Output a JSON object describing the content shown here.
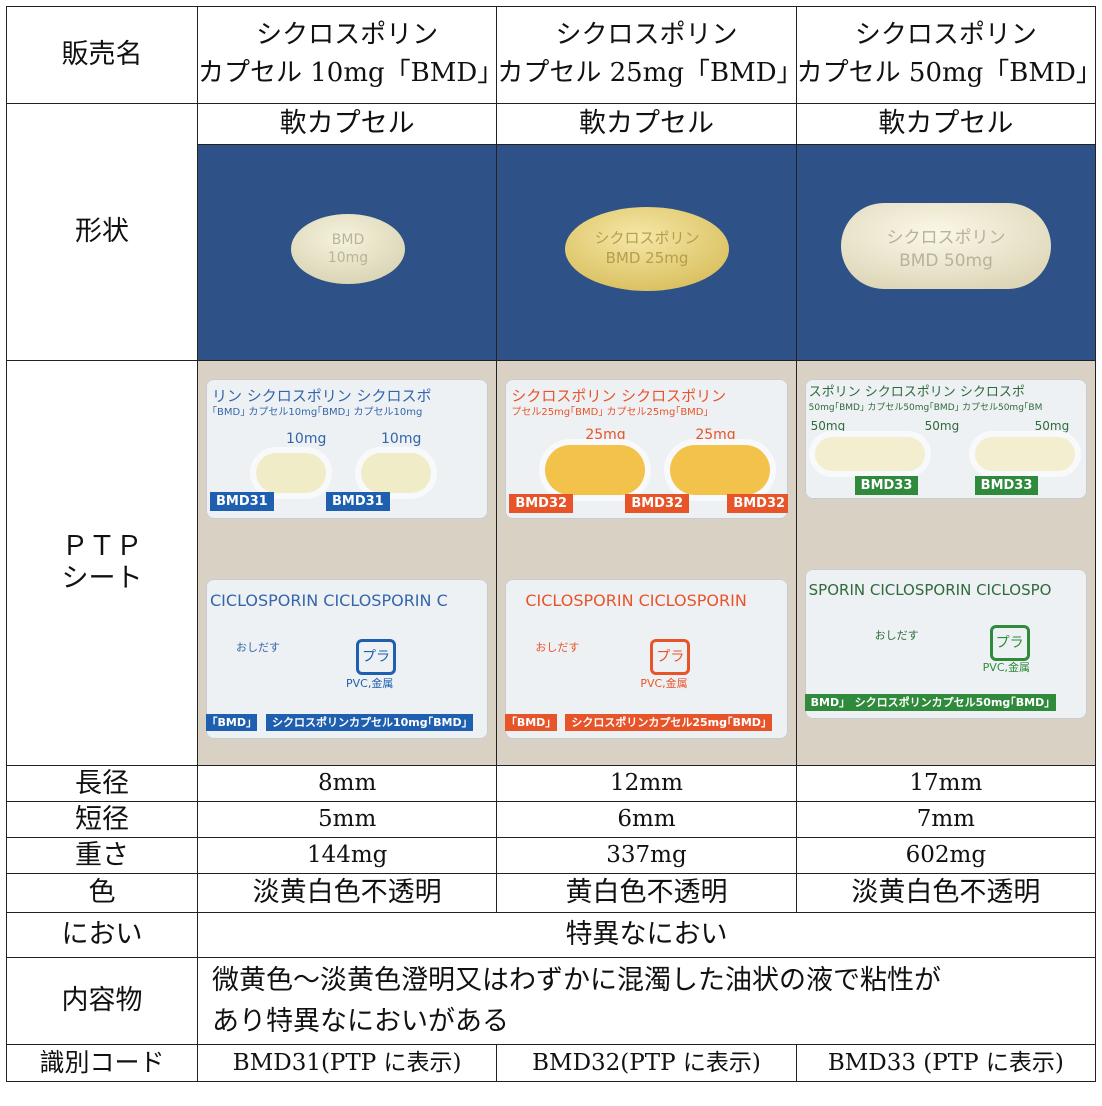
{
  "header": {
    "label": "販売名"
  },
  "products": [
    {
      "name_line1": "シクロスポリン",
      "name_line2": "カプセル 10mg「BMD」",
      "dosage_type": "軟カプセル",
      "pill_line1": "BMD",
      "pill_line2": "10mg",
      "ptp_top_text": "リン シクロスポリン シクロスポ",
      "ptp_top_sub": "｢BMD｣ カプセル10mg｢BMD｣ カプセル10mg",
      "ptp_dose": "10mg",
      "ptp_code": "BMD31",
      "ptp_bottom_text": "CICLOSPORIN CICLOSPORIN C",
      "ptp_bottom_label": "シクロスポリンカプセル10mg｢BMD｣",
      "ptp_bottom_left": "｢BMD｣",
      "ptp_push": "おしだす",
      "ptp_recycle": "プラ",
      "ptp_recycle_note": "PVC,金属",
      "accent": "#1e5fb0",
      "long_diameter": "8mm",
      "short_diameter": "5mm",
      "weight": "144mg",
      "color": "淡黄白色不透明",
      "id_code": "BMD31(PTP に表示)"
    },
    {
      "name_line1": "シクロスポリン",
      "name_line2": "カプセル 25mg「BMD」",
      "dosage_type": "軟カプセル",
      "pill_line1": "シクロスポリン",
      "pill_line2": "BMD 25mg",
      "ptp_top_text": "シクロスポリン シクロスポリン",
      "ptp_top_sub": "プセル25mg｢BMD｣ カプセル25mg｢BMD｣",
      "ptp_dose": "25mg",
      "ptp_code": "BMD32",
      "ptp_bottom_text": "CICLOSPORIN CICLOSPORIN",
      "ptp_bottom_label": "シクロスポリンカプセル25mg｢BMD｣",
      "ptp_bottom_left": "｢BMD｣",
      "ptp_push": "おしだす",
      "ptp_recycle": "プラ",
      "ptp_recycle_note": "PVC,金属",
      "accent": "#e8542a",
      "long_diameter": "12mm",
      "short_diameter": "6mm",
      "weight": "337mg",
      "color": "黄白色不透明",
      "id_code": "BMD32(PTP に表示)"
    },
    {
      "name_line1": "シクロスポリン",
      "name_line2": "カプセル 50mg「BMD」",
      "dosage_type": "軟カプセル",
      "pill_line1": "シクロスポリン",
      "pill_line2": "BMD 50mg",
      "ptp_top_text": "スポリン シクロスポリン シクロスポ",
      "ptp_top_sub": "50mg｢BMD｣ カプセル50mg｢BMD｣ カプセル50mg｢BM",
      "ptp_dose": "50mg",
      "ptp_code": "BMD33",
      "ptp_bottom_text": "SPORIN CICLOSPORIN CICLOSPO",
      "ptp_bottom_label": "シクロスポリンカプセル50mg｢BMD｣",
      "ptp_bottom_left": "BMD｣",
      "ptp_push": "おしだす",
      "ptp_recycle": "プラ",
      "ptp_recycle_note": "PVC,金属",
      "accent": "#2f8a3c",
      "long_diameter": "17mm",
      "short_diameter": "7mm",
      "weight": "602mg",
      "color": "淡黄白色不透明",
      "id_code": "BMD33 (PTP に表示)"
    }
  ],
  "rows": {
    "shape": "形状",
    "ptp_line1": "ＰＴＰ",
    "ptp_line2": "シート",
    "long_diameter": "長径",
    "short_diameter": "短径",
    "weight": "重さ",
    "color": "色",
    "odor": "におい",
    "odor_value": "特異なにおい",
    "contents": "内容物",
    "contents_line1": "微黄色～淡黄色澄明又はわずかに混濁した油状の液で粘性が",
    "contents_line2": "あり特異なにおいがある",
    "id_code": "識別コード"
  }
}
